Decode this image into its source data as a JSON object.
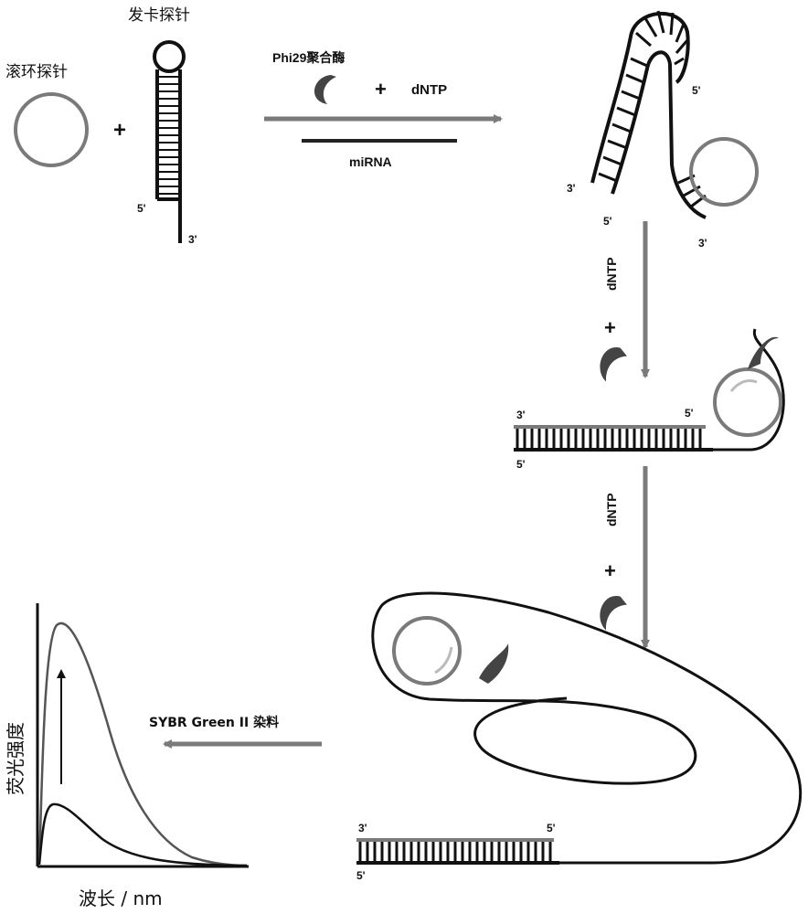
{
  "labels": {
    "rolling_circle_probe": "滚环探针",
    "hairpin_probe": "发卡探针",
    "polymerase": "Phi29聚合酶",
    "plus": "+",
    "dntp": "dNTP",
    "mirna": "miRNA",
    "prime3": "3'",
    "prime5": "5'",
    "dye": "SYBR Green II 染料",
    "y_axis": "荧光强度",
    "x_axis": "波长 / nm"
  },
  "colors": {
    "gray": "#7a7a7a",
    "dark": "#111111",
    "enzyme": "#444444"
  },
  "icons": [
    "enzyme-icon",
    "circle-probe-icon",
    "hairpin-probe-icon",
    "arrow-icon"
  ]
}
